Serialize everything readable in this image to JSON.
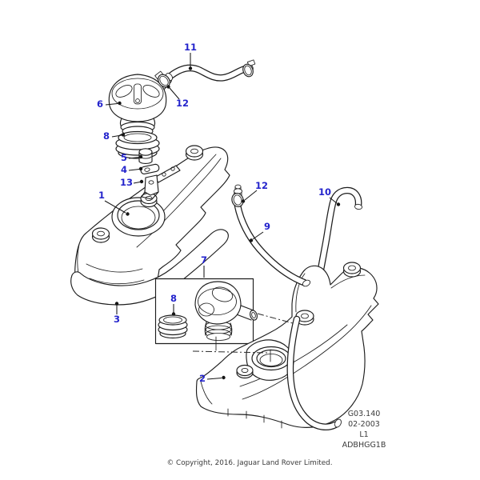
{
  "colors": {
    "background": "#ffffff",
    "line": "#1d1d1d",
    "callout_blue": "#2424cc",
    "meta_text": "#3a3a3a",
    "copyright_text": "#3a3a3a"
  },
  "callouts": {
    "c1": "1",
    "c2": "2",
    "c3": "3",
    "c4": "4",
    "c5": "5",
    "c6": "6",
    "c7": "7",
    "c8_upper": "8",
    "c8_box": "8",
    "c9": "9",
    "c10": "10",
    "c11": "11",
    "c12_upper": "12",
    "c12_mid": "12",
    "c13": "13"
  },
  "info_block": {
    "line1": "G03.140",
    "line2": "02-2003",
    "line3": "L1",
    "line4": "ADBHGG1B"
  },
  "footer": {
    "copyright": "© Copyright, 2016. Jaguar Land Rover Limited."
  }
}
